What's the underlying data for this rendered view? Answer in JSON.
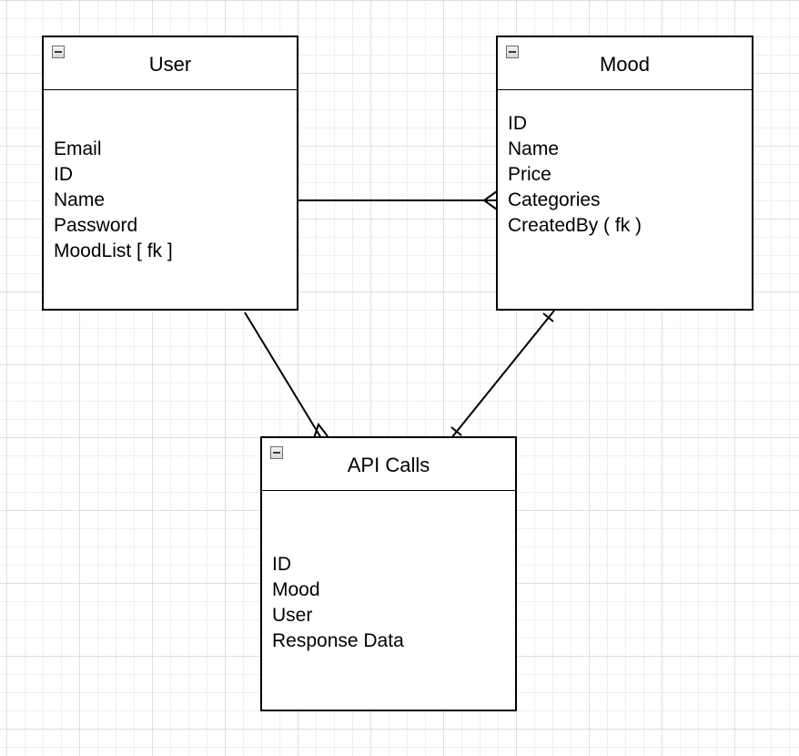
{
  "entities": {
    "user": {
      "title": "User",
      "attributes": [
        "Email",
        "ID",
        "Name",
        "Password",
        "MoodList [ fk ]"
      ]
    },
    "mood": {
      "title": "Mood",
      "attributes": [
        "ID",
        "Name",
        "Price",
        "Categories",
        "CreatedBy ( fk )"
      ]
    },
    "api_calls": {
      "title": "API Calls",
      "attributes": [
        "ID",
        "Mood",
        "User",
        "Response Data"
      ]
    }
  },
  "relationships": [
    {
      "from": "User",
      "to": "Mood",
      "from_end": "one",
      "to_end": "many"
    },
    {
      "from": "User",
      "to": "API Calls",
      "from_end": "one",
      "to_end": "many"
    },
    {
      "from": "Mood",
      "to": "API Calls",
      "from_end": "one",
      "to_end": "one"
    }
  ],
  "colors": {
    "stroke": "#000000",
    "grid": "#d2d2d2"
  }
}
